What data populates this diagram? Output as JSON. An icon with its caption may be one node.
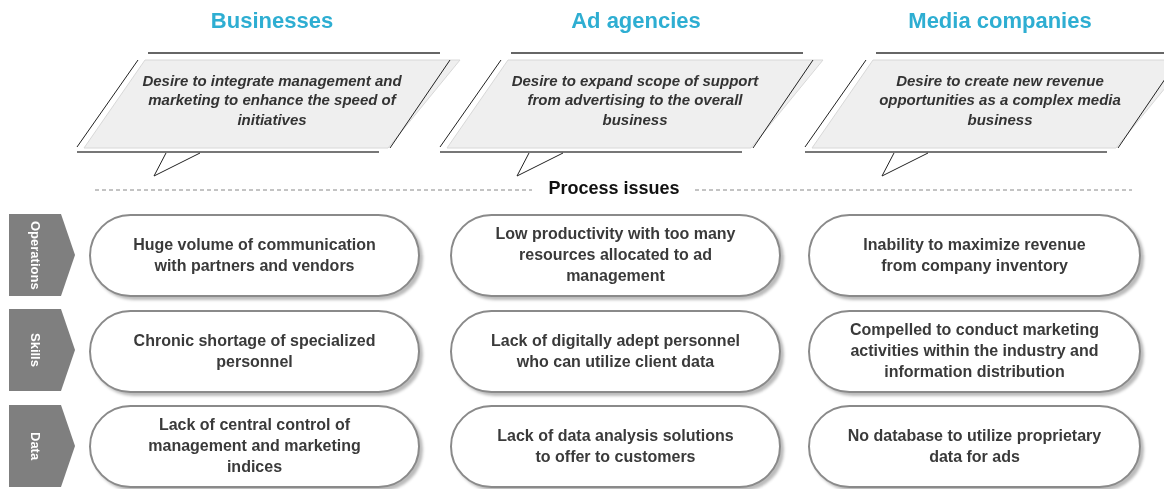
{
  "diagram": {
    "nodes": [
      {
        "text": [
          "Desire to integrate management and marketing to enhance the speed of initiatives"
        ]
      },
      {
        "text": [
          "Desire to expand scope of support from advertising to the overall business"
        ]
      },
      {
        "text": [
          "Desire to create new revenue opportunities as a complex media business"
        ]
      },
      {
        "text": [
          "Operations"
        ]
      },
      {
        "text": [
          "Skills"
        ]
      },
      {
        "text": [
          "Data"
        ]
      },
      {
        "text": [
          "Huge volume of communication with partners and vendors"
        ]
      },
      {
        "text": [
          "Low productivity with too many resources allocated to ad management"
        ]
      },
      {
        "text": [
          "Inability to maximize revenue from company inventory"
        ]
      },
      {
        "text": [
          "Chronic shortage of specialized personnel"
        ]
      },
      {
        "text": [
          "Lack of digitally adept personnel who can utilize client data"
        ]
      },
      {
        "text": [
          "Compelled to conduct marketing activities within the industry and information distribution"
        ]
      },
      {
        "text": [
          "Lack of central control of management and marketing indices"
        ]
      },
      {
        "text": [
          "Lack of data analysis solutions to offer to customers"
        ]
      },
      {
        "text": [
          "No database to utilize proprietary data for ads"
        ]
      }
    ],
    "labels": [
      "Businesses",
      "Ad agencies",
      "Media companies",
      "Process issues"
    ]
  }
}
